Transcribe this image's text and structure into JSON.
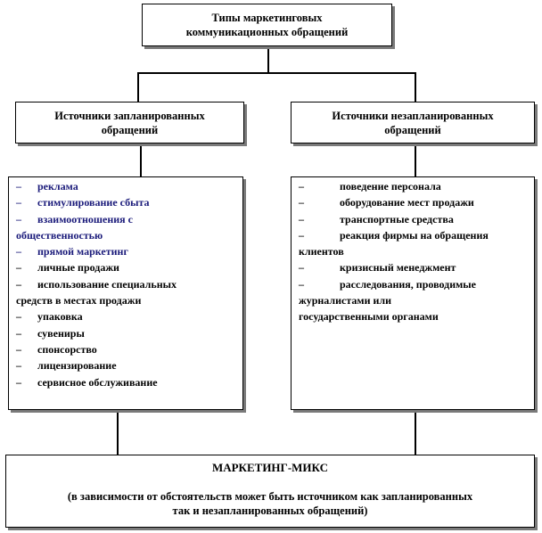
{
  "top": {
    "line1": "Типы маркетинговых",
    "line2": "коммуникационных обращений"
  },
  "planned": {
    "header_line1": "Источники запланированных",
    "header_line2": "обращений",
    "items": [
      {
        "dash": "–",
        "text": "реклама",
        "accent": true
      },
      {
        "dash": "–",
        "text": "стимулирование сбыта",
        "accent": true
      },
      {
        "dash": "–",
        "text": "взаимоотношения с",
        "cont": "общественностью",
        "accent": true
      },
      {
        "dash": "–",
        "text": "прямой маркетинг",
        "accent": true
      },
      {
        "dash": "–",
        "text": "личные продажи",
        "accent": false
      },
      {
        "dash": "–",
        "text": "использование специальных",
        "cont": "средств в местах продажи",
        "accent": false
      },
      {
        "dash": "–",
        "text": "упаковка",
        "accent": false
      },
      {
        "dash": "–",
        "text": "сувениры",
        "accent": false
      },
      {
        "dash": "–",
        "text": "спонсорство",
        "accent": false
      },
      {
        "dash": "–",
        "text": "лицензирование",
        "accent": false
      },
      {
        "dash": "–",
        "text": "сервисное обслуживание",
        "accent": false
      }
    ]
  },
  "unplanned": {
    "header_line1": "Источники незапланированных",
    "header_line2": "обращений",
    "items": [
      {
        "dash": "–",
        "text": "поведение персонала"
      },
      {
        "dash": "–",
        "text": "оборудование мест продажи"
      },
      {
        "dash": "–",
        "text": "транспортные средства"
      },
      {
        "dash": "–",
        "text": "реакция фирмы на обращения",
        "cont": "клиентов"
      },
      {
        "dash": "–",
        "text": "кризисный менеджмент"
      },
      {
        "dash": "–",
        "text": "расследования, проводимые",
        "cont": "журналистами или",
        "cont2": "государственными органами"
      }
    ]
  },
  "bottom": {
    "title": "МАРКЕТИНГ-МИКС",
    "note_line1": "(в зависимости от обстоятельств может быть источником как запланированных",
    "note_line2": "так и незапланированных обращений)"
  },
  "colors": {
    "accent_text": "#1a1a7a",
    "border": "#000000",
    "shadow": "#7a7a7a"
  }
}
